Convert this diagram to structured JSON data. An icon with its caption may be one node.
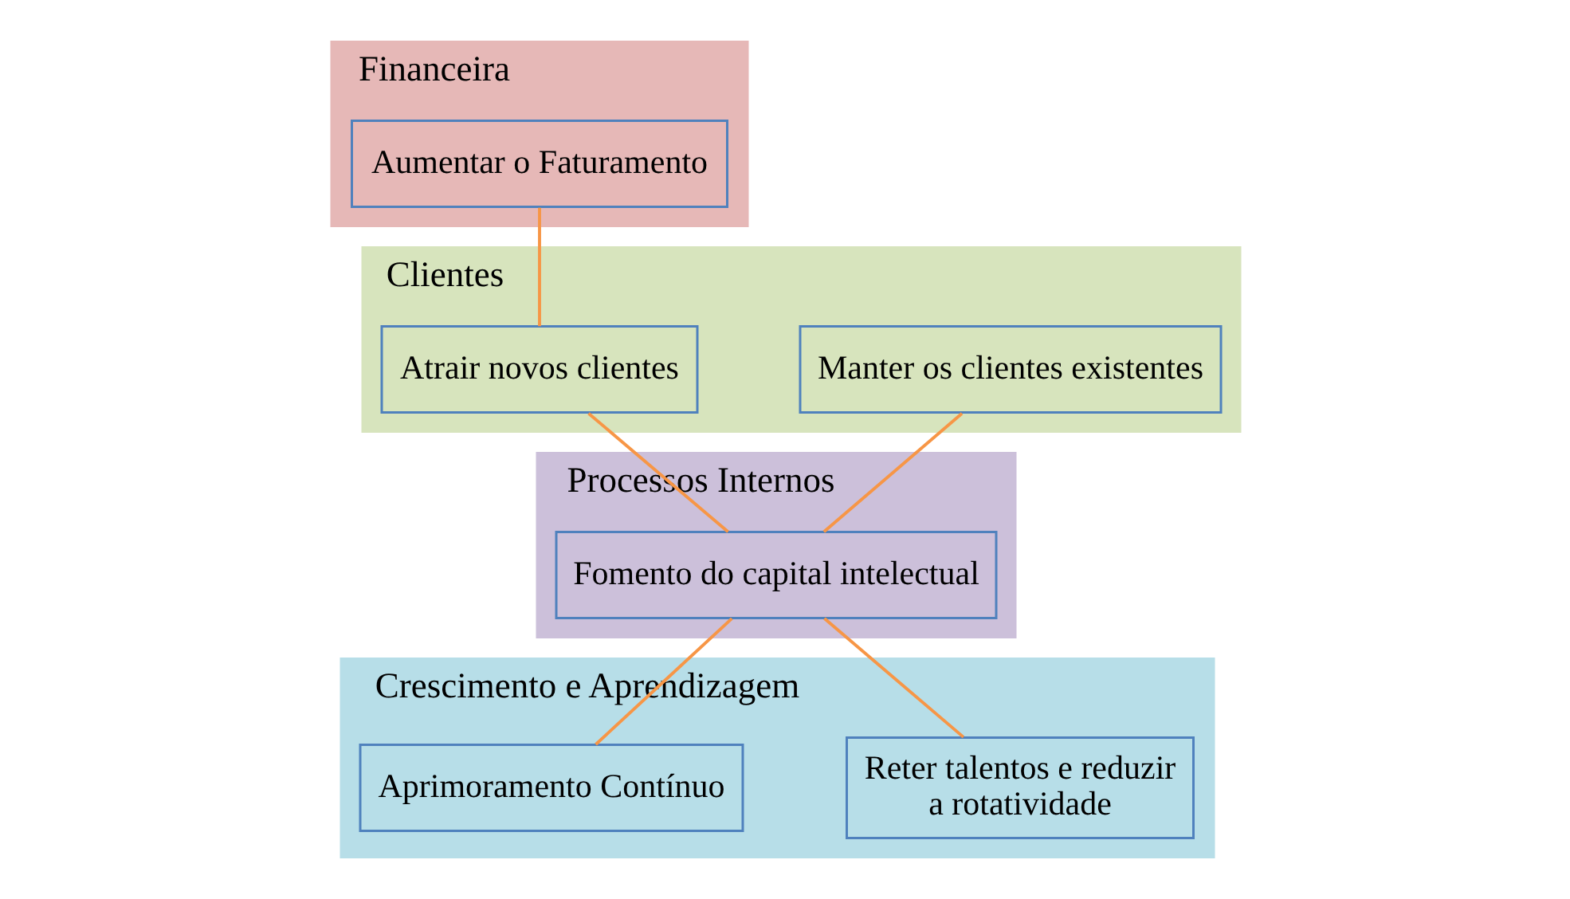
{
  "diagram": {
    "nodes": [
      {
        "text": [
          "Financeira"
        ]
      },
      {
        "text": [
          "Aumentar o Faturamento"
        ],
        "in": 0
      },
      {
        "text": [
          "Clientes"
        ]
      },
      {
        "text": [
          "Manter os clientes existentes"
        ],
        "in": 2
      },
      {
        "text": [
          "Atrair novos clientes"
        ],
        "in": 2
      },
      {
        "text": [
          "Processos Internos"
        ]
      },
      {
        "text": [
          "Fomento do capital intelectual"
        ],
        "in": 5
      },
      {
        "text": [
          "Crescimento e Aprendizagem"
        ]
      },
      {
        "text": [
          "Reter talentos e reduzir a rotatividade"
        ],
        "in": 7
      },
      {
        "text": [
          "Aprimoramento Contínuo"
        ],
        "in": 7
      }
    ],
    "edges": [
      {
        "from": 1,
        "to": 4,
        "arrow": "none"
      },
      {
        "from": 3,
        "to": 6,
        "arrow": "none"
      },
      {
        "from": 4,
        "to": 6,
        "arrow": "none"
      },
      {
        "from": 6,
        "to": 8,
        "arrow": "none"
      },
      {
        "from": 6,
        "to": 9,
        "arrow": "none"
      }
    ]
  }
}
